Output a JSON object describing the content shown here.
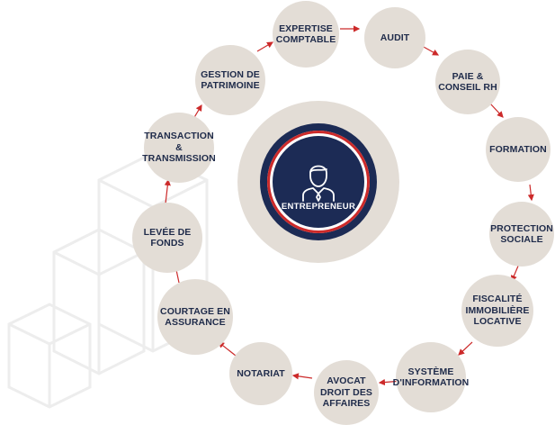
{
  "diagram": {
    "center": {
      "label": "ENTREPRENEUR",
      "icon": "businessman-icon"
    },
    "nodes": [
      {
        "id": "expertise",
        "label": "EXPERTISE\nCOMPTABLE"
      },
      {
        "id": "audit",
        "label": "AUDIT"
      },
      {
        "id": "paie",
        "label": "PAIE &\nCONSEIL RH"
      },
      {
        "id": "formation",
        "label": "FORMATION"
      },
      {
        "id": "protection",
        "label": "PROTECTION\nSOCIALE"
      },
      {
        "id": "fiscalite",
        "label": "FISCALITÉ\nIMMOBILIÈRE\nLOCATIVE"
      },
      {
        "id": "systeme",
        "label": "SYSTÈME\nD'INFORMATION"
      },
      {
        "id": "avocat",
        "label": "AVOCAT\nDROIT DES\nAFFAIRES"
      },
      {
        "id": "notariat",
        "label": "NOTARIAT"
      },
      {
        "id": "courtage",
        "label": "COURTAGE EN\nASSURANCE"
      },
      {
        "id": "levee",
        "label": "LEVÉE DE\nFONDS"
      },
      {
        "id": "transaction",
        "label": "TRANSACTION &\nTRANSMISSION"
      },
      {
        "id": "gestion",
        "label": "GESTION DE\nPATRIMOINE"
      }
    ]
  },
  "colors": {
    "node_fill": "#e3ddd6",
    "text": "#1f2b4a",
    "center_navy": "#1c2b55",
    "accent_red": "#cc2a2a",
    "arrow": "#cc2a2a",
    "watermark": "#eeeeee"
  }
}
